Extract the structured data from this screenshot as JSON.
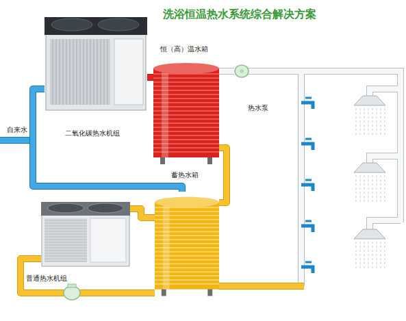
{
  "diagram": {
    "title": "洗浴恒温热水系统综合解决方案",
    "nodes": [
      {
        "text": [
          "二氧化碳热水机组"
        ]
      },
      {
        "text": [
          "恒（高）温水箱"
        ]
      },
      {
        "text": [
          "热水泵"
        ]
      },
      {
        "text": [
          "蓄热水箱"
        ]
      },
      {
        "text": [
          "普通热水机组"
        ]
      }
    ],
    "edges": [
      {
        "from": 0,
        "to": 1,
        "arrow": "none"
      },
      {
        "from": 0,
        "to": 3,
        "arrow": "none"
      },
      {
        "from": 3,
        "to": 1,
        "arrow": "none"
      },
      {
        "from": 1,
        "to": 2,
        "arrow": "none"
      },
      {
        "from": 3,
        "to": 4,
        "arrow": "none"
      },
      {
        "from": 4,
        "to": 3,
        "arrow": "none"
      }
    ],
    "labels": [
      "自来水"
    ]
  }
}
